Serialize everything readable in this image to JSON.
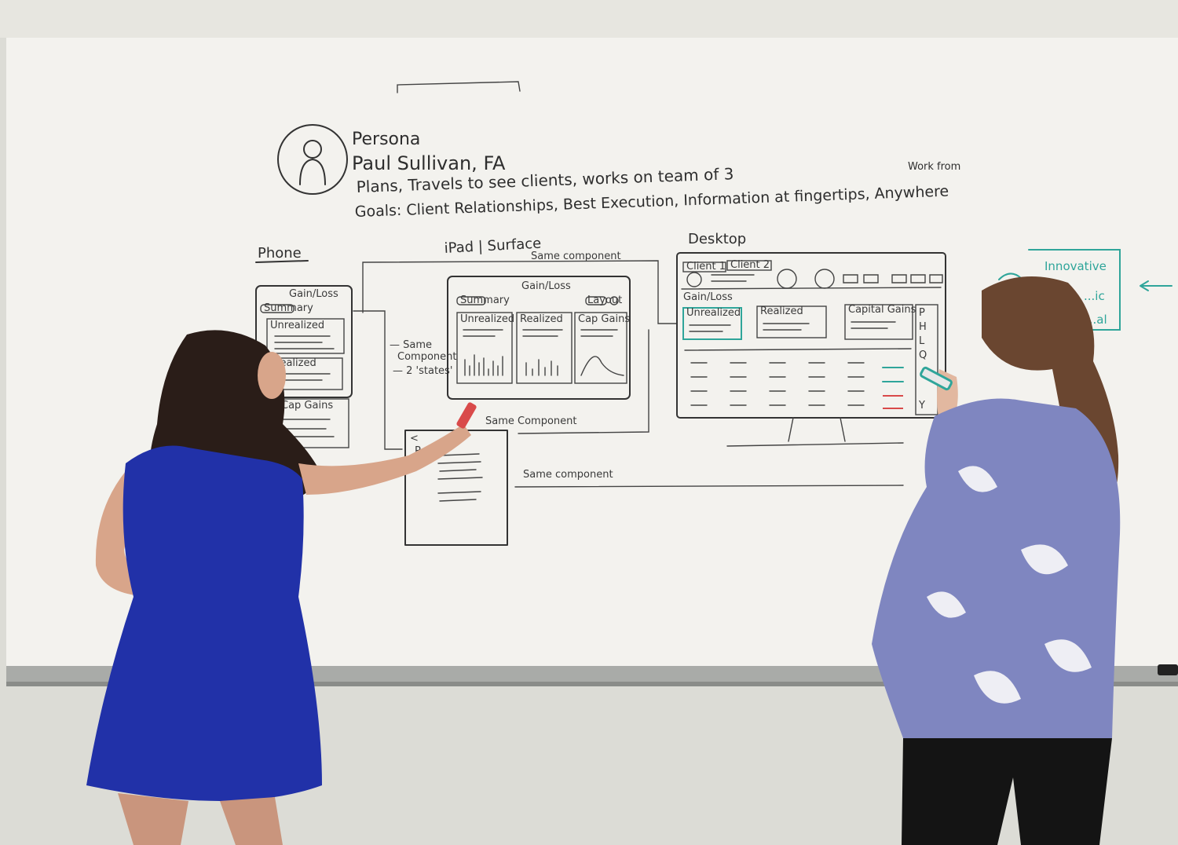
{
  "persona": {
    "heading": "Persona",
    "name": "Paul Sullivan, FA",
    "plans": "Plans, Travels to see clients, works on team of 3",
    "goals": "Goals: Client Relationships, Best Execution, Information at fingertips, Anywhere",
    "work_from": "Work from"
  },
  "sections": {
    "phone": "Phone",
    "ipad": "iPad | Surface",
    "desktop": "Desktop"
  },
  "phone_sketch": {
    "title": "Gain/Loss",
    "tab": "Summary",
    "cards": [
      "Unrealized",
      "Realized",
      "Cap Gains"
    ]
  },
  "ipad_sketch": {
    "title": "Gain/Loss",
    "tab": "Summary",
    "button": "Layout",
    "cards": [
      "Unrealized",
      "Realized",
      "Cap Gains"
    ]
  },
  "desktop_sketch": {
    "tabs": [
      "Client 1",
      "Client 2"
    ],
    "subtitle": "Gain/Loss",
    "cards": [
      "Unrealized",
      "Realized",
      "Capital Gains"
    ],
    "side_letters": [
      "P",
      "H",
      "L",
      "Q",
      "Y"
    ]
  },
  "annotations": {
    "same_component_top": "Same component",
    "same_component_states_1": "— Same",
    "same_component_states_2": "Component",
    "same_component_states_3": "— 2 'states'",
    "same_component_mid": "Same Component",
    "same_component_bottom": "Same component"
  },
  "teal_notes": [
    "Innovative",
    "...ic",
    "...al"
  ],
  "detail_sketch": {
    "marker": "P",
    "back": "<"
  },
  "colors": {
    "wall": "#dcdcd6",
    "whiteboard": "#f3f2ee",
    "marker_black": "#2e2e2e",
    "marker_teal": "#2fa59a",
    "marker_red": "#d94a4a",
    "dress_blue": "#2131a8",
    "blouse_lilac": "#7f86c0",
    "pants_black": "#141414"
  }
}
